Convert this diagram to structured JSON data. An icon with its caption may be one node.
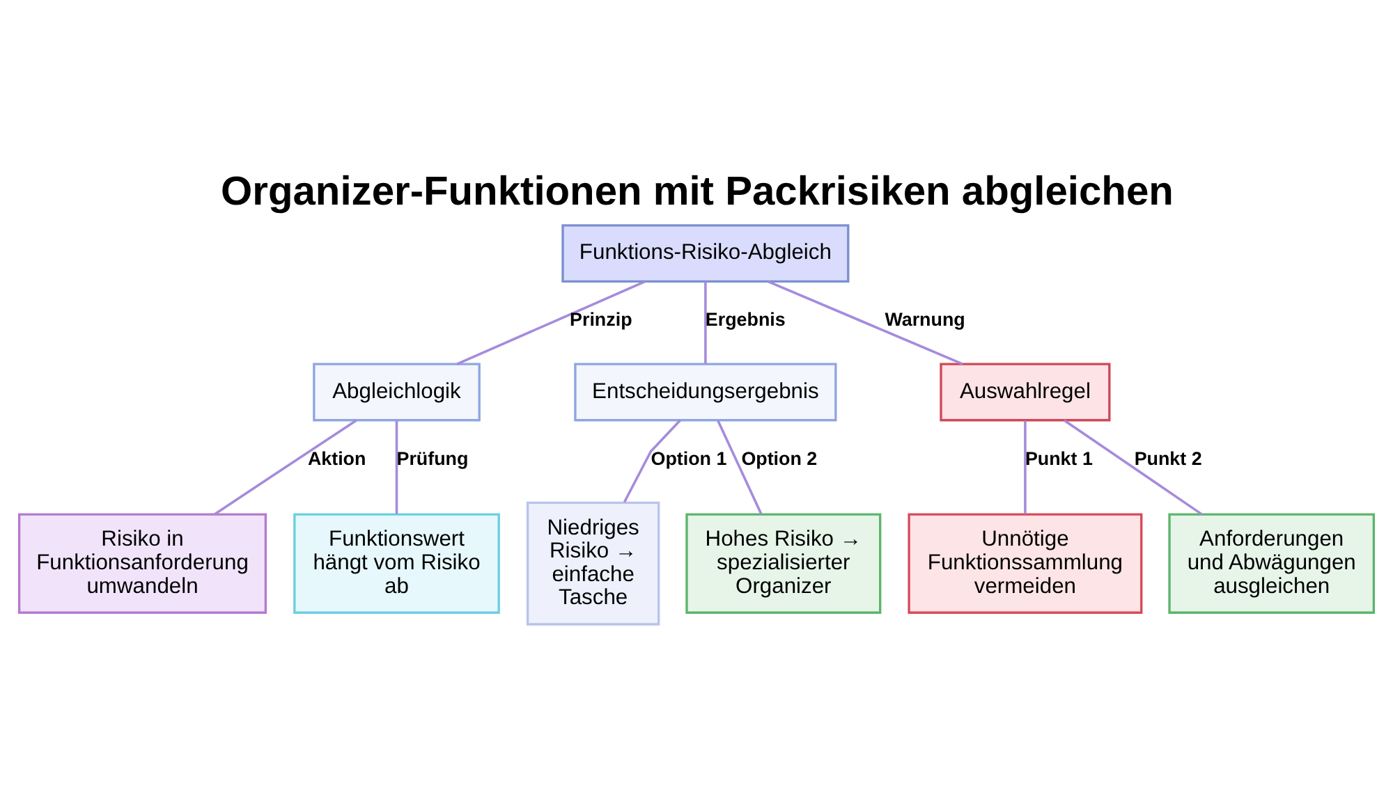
{
  "diagram": {
    "title": "Organizer-Funktionen mit Packrisiken abgleichen",
    "nodes": [
      {
        "text": [
          "Funktions-Risiko-Abgleich"
        ]
      },
      {
        "text": [
          "Abgleichlogik"
        ]
      },
      {
        "text": [
          "Entscheidungsergebnis"
        ]
      },
      {
        "text": [
          "Auswahlregel"
        ]
      },
      {
        "text": [
          "Risiko in Funktionsanforderung umwandeln"
        ]
      },
      {
        "text": [
          "Funktionswert hängt vom Risiko ab"
        ]
      },
      {
        "text": [
          "Niedriges Risiko → einfache Tasche"
        ]
      },
      {
        "text": [
          "Hohes Risiko → spezialisierter Organizer"
        ]
      },
      {
        "text": [
          "Unnötige Funktionssammlung vermeiden"
        ]
      },
      {
        "text": [
          "Anforderungen und Abwägungen ausgleichen"
        ]
      }
    ],
    "edges": [
      {
        "from": 0,
        "to": 1,
        "arrow": "none",
        "label": "Prinzip"
      },
      {
        "from": 0,
        "to": 2,
        "arrow": "none",
        "label": "Ergebnis"
      },
      {
        "from": 0,
        "to": 3,
        "arrow": "none",
        "label": "Warnung"
      },
      {
        "from": 1,
        "to": 4,
        "arrow": "none",
        "label": "Aktion"
      },
      {
        "from": 1,
        "to": 5,
        "arrow": "none",
        "label": "Prüfung"
      },
      {
        "from": 2,
        "to": 6,
        "arrow": "none",
        "label": "Option 1"
      },
      {
        "from": 2,
        "to": 7,
        "arrow": "none",
        "label": "Option 2"
      },
      {
        "from": 3,
        "to": 8,
        "arrow": "none",
        "label": "Punkt 1"
      },
      {
        "from": 3,
        "to": 9,
        "arrow": "none",
        "label": "Punkt 2"
      }
    ]
  }
}
